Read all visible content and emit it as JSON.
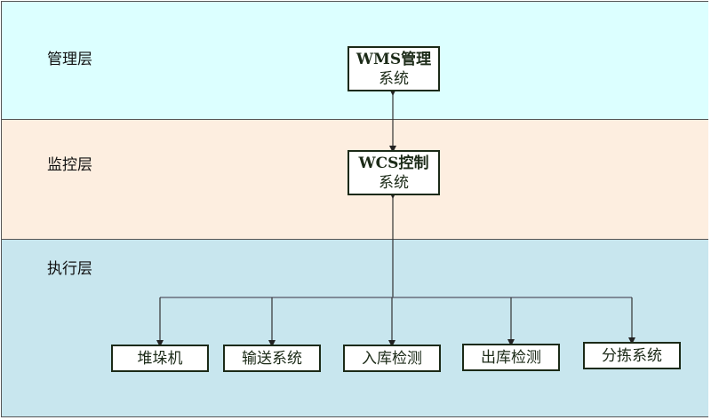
{
  "layers": [
    {
      "id": "management",
      "label": "管理层",
      "color": "#dcffff"
    },
    {
      "id": "monitoring",
      "label": "监控层",
      "color": "#fdeee0"
    },
    {
      "id": "execution",
      "label": "执行层",
      "color": "#c8e6ee"
    }
  ],
  "nodes": {
    "wms": {
      "line1": "WMS管理",
      "line2": "系统"
    },
    "wcs": {
      "line1": "WCS控制",
      "line2": "系统"
    },
    "execution_units": [
      {
        "label": "堆垛机"
      },
      {
        "label": "输送系统"
      },
      {
        "label": "入库检测"
      },
      {
        "label": "出库检测"
      },
      {
        "label": "分拣系统"
      }
    ]
  },
  "connections": [
    {
      "from": "wms",
      "to": "wcs",
      "type": "bidirectional"
    },
    {
      "from": "wcs",
      "to": "execution_units",
      "type": "bidirectional-branch"
    }
  ],
  "colors": {
    "node_border": "#1b2a17",
    "line": "#333333"
  }
}
